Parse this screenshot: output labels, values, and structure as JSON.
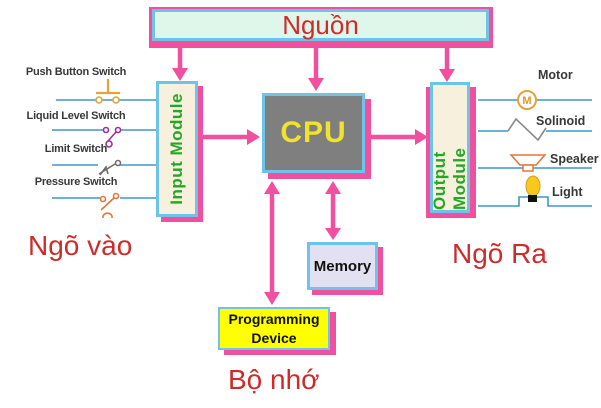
{
  "diagram": {
    "power": {
      "label": "Nguồn"
    },
    "input_module": {
      "label": "Input Module"
    },
    "cpu": {
      "label": "CPU"
    },
    "output_module": {
      "label": "Output Module"
    },
    "memory": {
      "label": "Memory"
    },
    "programming_device": {
      "label": "Programming Device"
    },
    "annotations": {
      "inputs": "Ngõ vào",
      "outputs": "Ngõ Ra",
      "memory_note": "Bộ nhớ"
    },
    "input_devices": [
      {
        "label": "Push Button Switch",
        "icon": "push-button-switch-icon"
      },
      {
        "label": "Liquid Level Switch",
        "icon": "liquid-level-switch-icon"
      },
      {
        "label": "Limit Switch",
        "icon": "limit-switch-icon"
      },
      {
        "label": "Pressure Switch",
        "icon": "pressure-switch-icon"
      }
    ],
    "output_devices": [
      {
        "label": "Motor",
        "icon": "motor-icon"
      },
      {
        "label": "Solinoid",
        "icon": "solenoid-icon"
      },
      {
        "label": "Speaker",
        "icon": "speaker-icon"
      },
      {
        "label": "Light",
        "icon": "light-icon"
      }
    ],
    "motor_letter": "M",
    "colors": {
      "arrow_pink": "#F0509E",
      "border_blue": "#6CC5E9",
      "power_bg": "#DFF6EA",
      "module_bg": "#F6F0DC",
      "cpu_bg": "#7F7F7F",
      "cpu_text_yellow": "#EFE32D",
      "memory_bg": "#E3E0F1",
      "programming_bg": "#FFFF00",
      "module_text_green": "#26A629",
      "label_red": "#CE2B2B",
      "wire_blue": "#3E97C5"
    }
  }
}
